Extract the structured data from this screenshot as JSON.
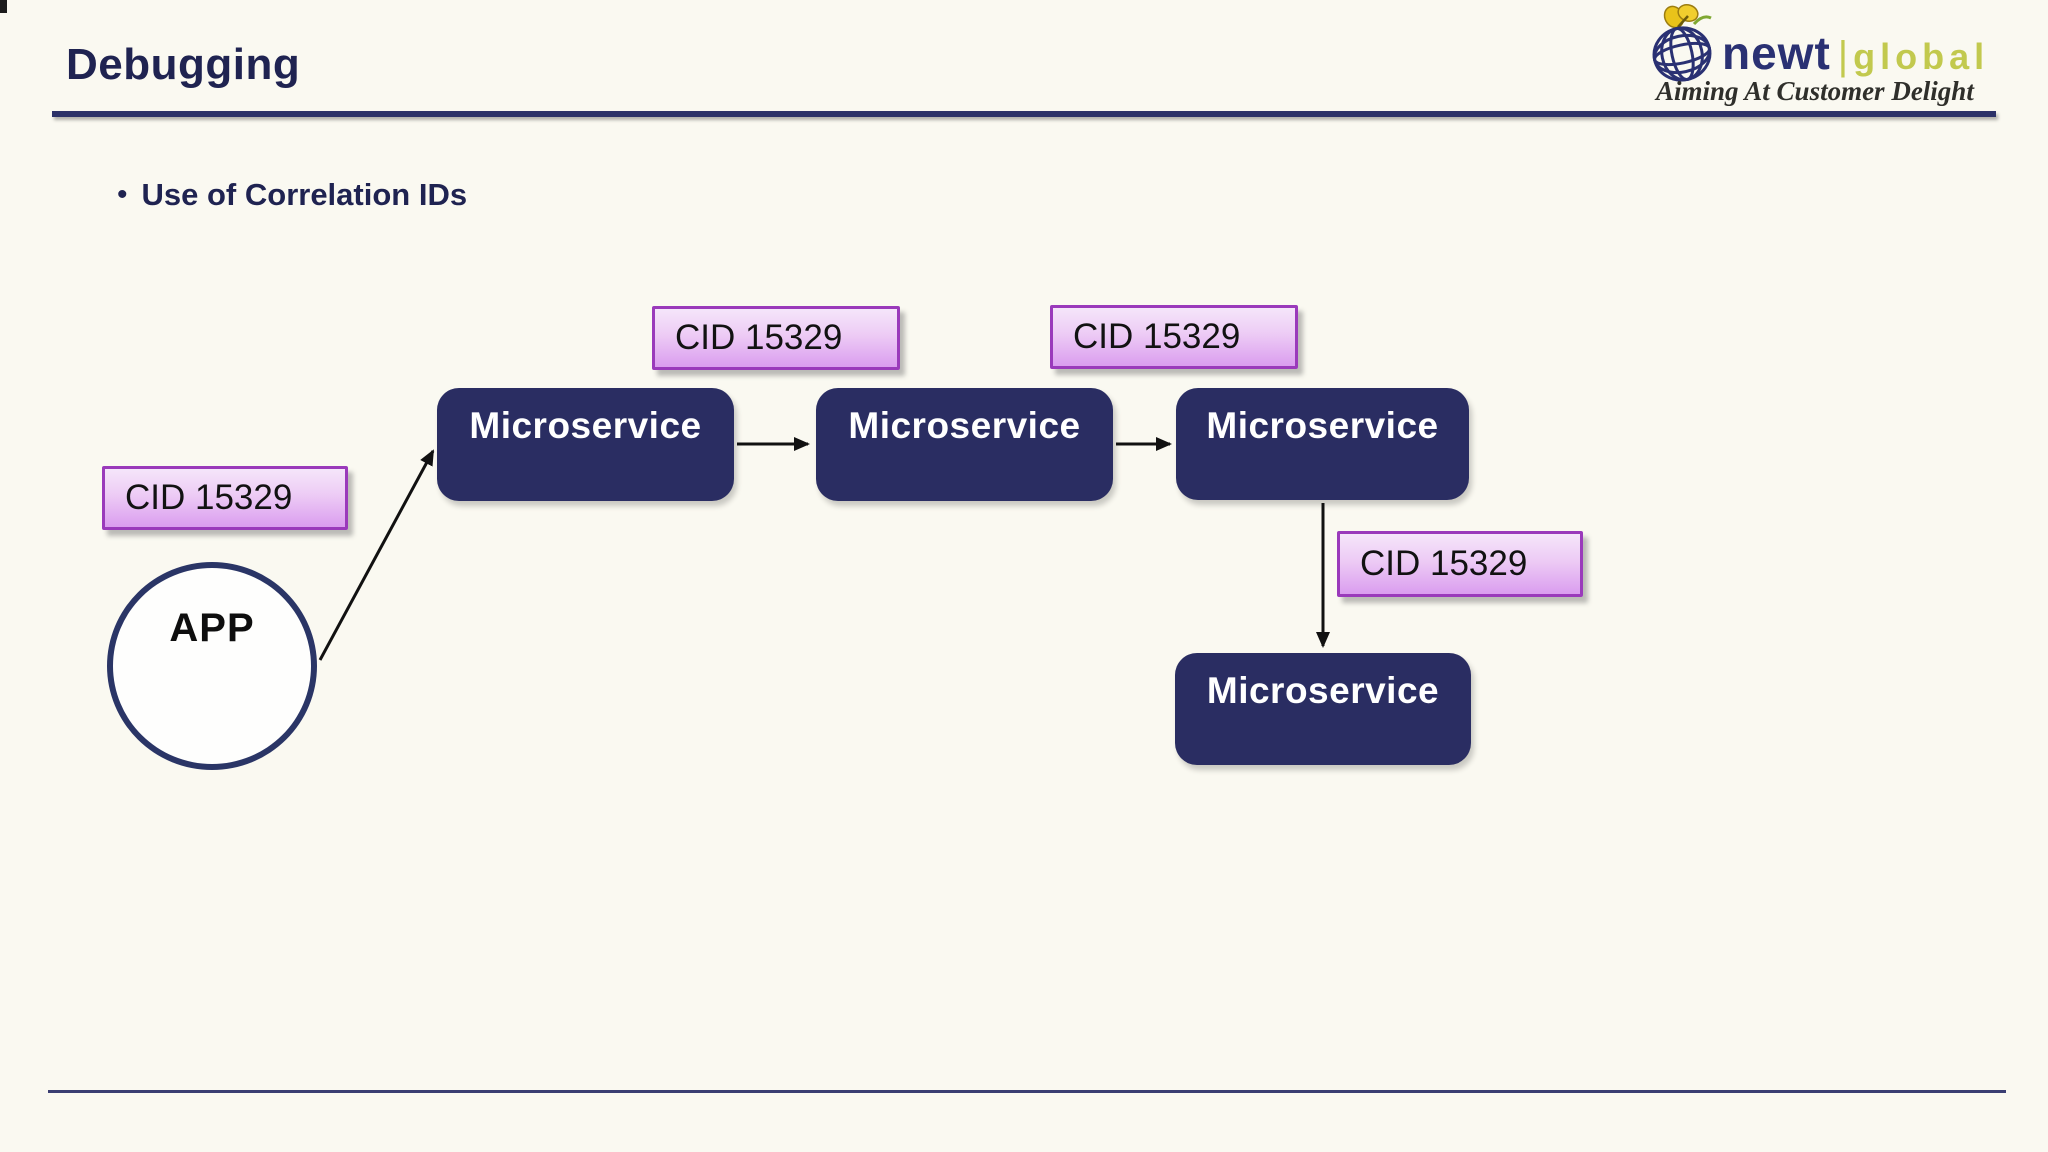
{
  "slide": {
    "title": "Debugging",
    "bullet_marker": "•",
    "bullet": "Use of Correlation IDs"
  },
  "logo": {
    "brand_primary": "newt",
    "separator": "|",
    "brand_secondary": "global",
    "tagline": "Aiming At Customer Delight"
  },
  "diagram": {
    "app_node": {
      "label": "APP"
    },
    "cid_labels": [
      {
        "text": "CID 15329"
      },
      {
        "text": "CID 15329"
      },
      {
        "text": "CID 15329"
      },
      {
        "text": "CID 15329"
      }
    ],
    "services": [
      {
        "label": "Microservice"
      },
      {
        "label": "Microservice"
      },
      {
        "label": "Microservice"
      },
      {
        "label": "Microservice"
      }
    ]
  },
  "theme": {
    "background": "#FAF9F1",
    "title_color": "#1F2351",
    "rule_color": "#2C3168",
    "node_fill": "#2A2D62",
    "cid_border": "#9A3ABB",
    "cid_top": "#F5E6FA",
    "cid_bottom": "#DA9DEF",
    "arrow_color": "#111111",
    "brand_navy": "#2A3173",
    "brand_olive": "#C2C94E"
  }
}
